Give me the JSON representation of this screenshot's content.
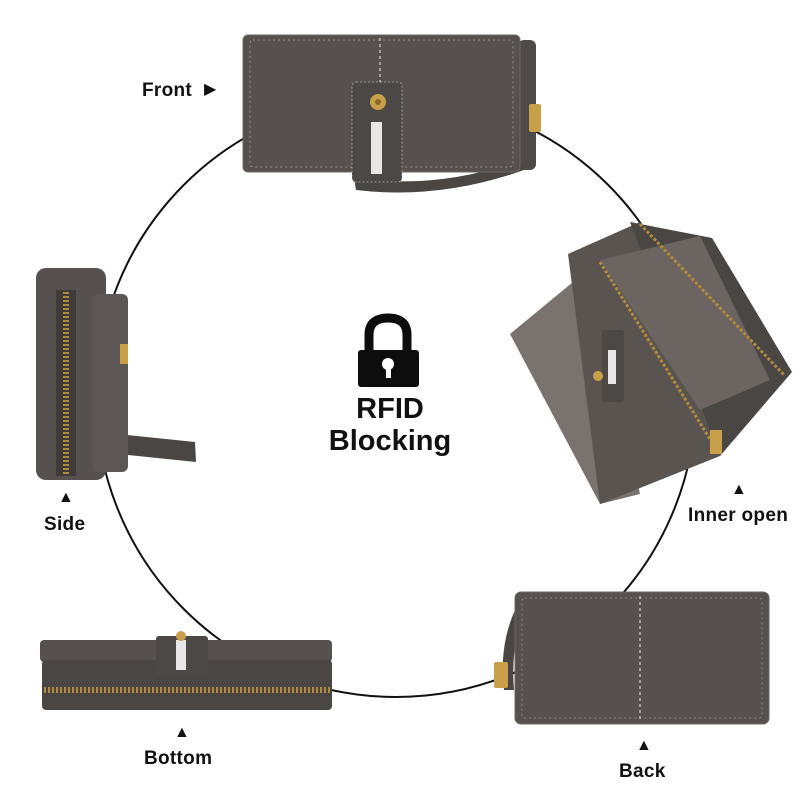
{
  "center": {
    "title_line1": "RFID",
    "title_line2": "Blocking",
    "icon": "padlock-icon"
  },
  "views": {
    "front": "Front",
    "side": "Side",
    "inner_open": "Inner open",
    "bottom": "Bottom",
    "back": "Back"
  },
  "colors": {
    "leather": "#56514f",
    "leather_dark": "#3f3b39",
    "interior": "#7a726e",
    "zipper": "#b38a3c",
    "stitch": "#d9d4cf"
  }
}
